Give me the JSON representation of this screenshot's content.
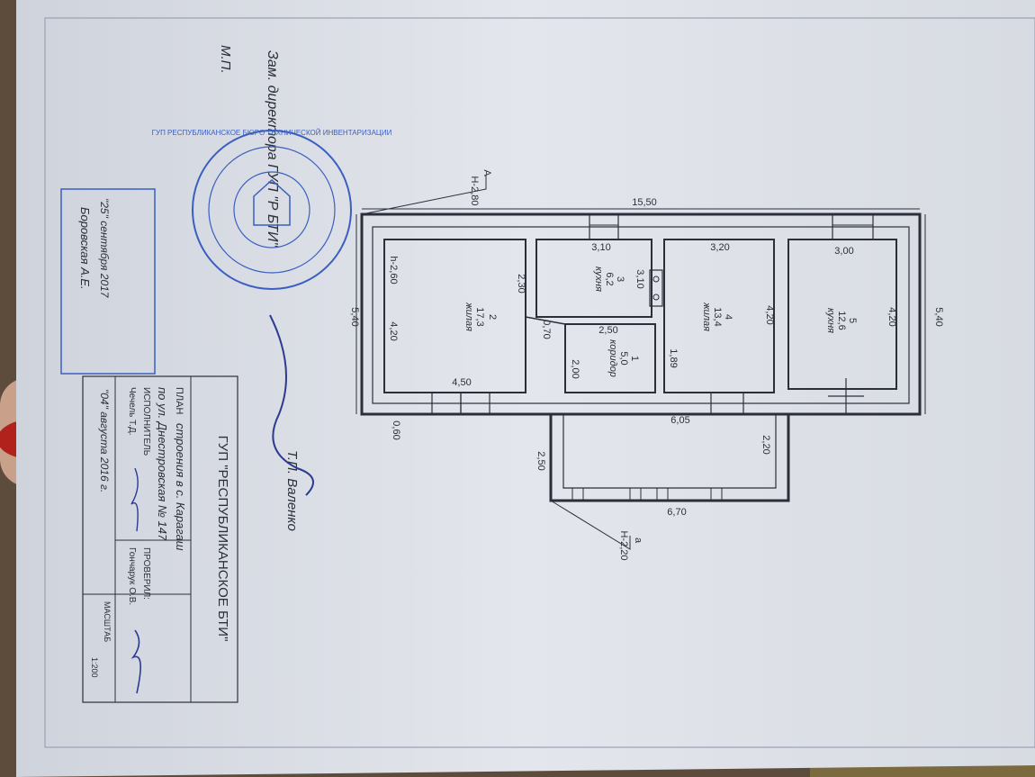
{
  "document": {
    "org_title": "ГУП \"РЕСПУБЛИКАНСКОЕ БТИ\"",
    "plan_line1": "ПЛАН",
    "plan_line2": "строения в с. Карагаш",
    "plan_line3": "по ул. Днестровская № 147",
    "executor_label": "ИСПОЛНИТЕЛЬ",
    "executor_name": "Чечель Т.Д.",
    "checked_label": "ПРОВЕРИЛ:",
    "checked_name": "Гончарук О.В.",
    "date_text": "\"04\" августа 2016 г.",
    "scale_label": "МАСШТАБ",
    "scale_value": "1:200",
    "deputy_text": "Зам. директора ГУП \"Р БТИ\"",
    "deputy_name": "Т.П. Валенко",
    "mp": "М.П.",
    "note_date": "\"25\" сентября 2017",
    "note_name": "Боровская А.Е.",
    "stamp_text": "ГУП РЕСПУБЛИКАНСКОЕ БЮРО ТЕХНИЧЕСКОЙ ИНВЕНТАРИЗАЦИИ"
  },
  "plan": {
    "overall_length": "15,50",
    "overall_width_left": "5,40",
    "overall_width_right": "5,40",
    "height_marker_a": "А",
    "height_a": "Н-2,80",
    "height_b_marker": "а",
    "height_b": "Н-2,20",
    "wall_offset": "0,60",
    "rooms": [
      {
        "num": "1",
        "area": "5,0",
        "name": "коридор"
      },
      {
        "num": "2",
        "area": "17,3",
        "name": "жилая"
      },
      {
        "num": "3",
        "area": "6,2",
        "name": "кухня"
      },
      {
        "num": "4",
        "area": "13,4",
        "name": "жилая"
      },
      {
        "num": "5",
        "area": "12,6",
        "name": "кухня"
      }
    ],
    "room2_height": "h-2,60",
    "dims": {
      "r2_width": "4,50",
      "r2_depth_outer": "4,20",
      "r2_depth_upper": "2,30",
      "r3_width": "3,10",
      "r3_depth": "3,10",
      "stove_gap": "0,70",
      "corr_width": "2,50",
      "corr_depth": "2,00",
      "corr_side": "1,89",
      "r4_width": "3,20",
      "r4_depth": "4,20",
      "r5_width": "3,00",
      "r5_depth": "4,20",
      "veranda_len": "6,70",
      "veranda_mid": "6,05",
      "veranda_left": "2,50",
      "veranda_right": "2,20"
    }
  }
}
